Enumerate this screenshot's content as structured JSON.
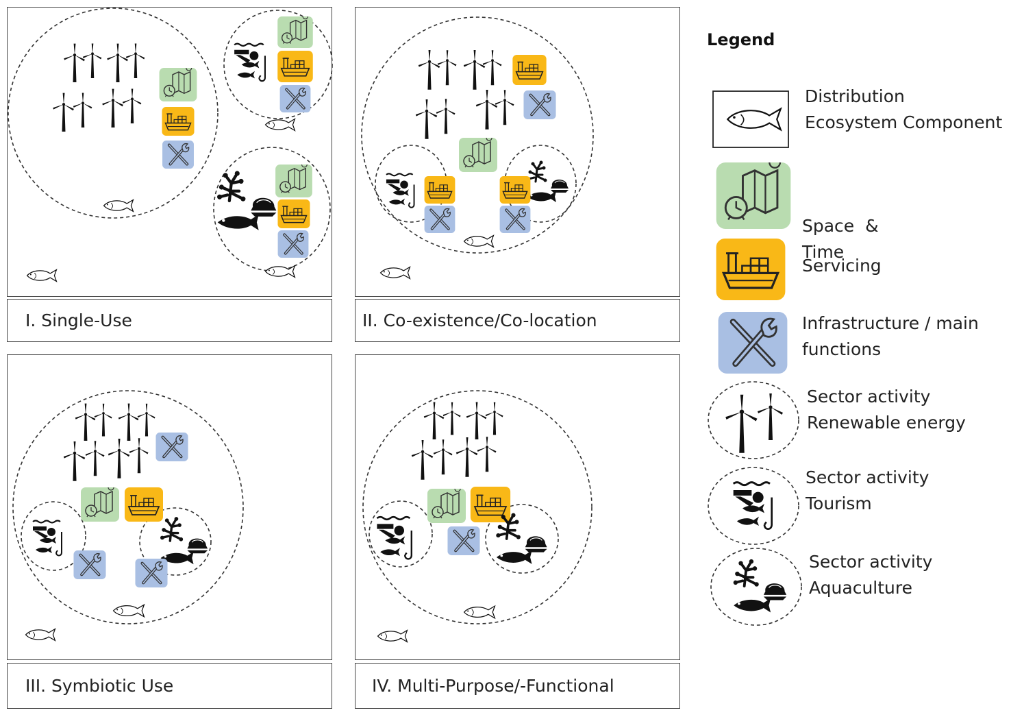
{
  "panels": [
    {
      "caption": "I. Single-Use"
    },
    {
      "caption": "II. Co-existence/Co-location"
    },
    {
      "caption": "III. Symbiotic Use"
    },
    {
      "caption": "IV. Multi-Purpose/-Functional"
    }
  ],
  "legend": {
    "title": "Legend",
    "items": [
      {
        "icon": "fish-outline-icon",
        "line1": "Distribution",
        "line2": "Ecosystem Component"
      },
      {
        "icon": "space-time-icon",
        "line1": "Space  &",
        "line2": "Time",
        "color": "#b9dcb0"
      },
      {
        "icon": "servicing-ship-icon",
        "line1": "Servicing",
        "line2": "",
        "color": "#f9b817"
      },
      {
        "icon": "infrastructure-tools-icon",
        "line1": "Infrastructure / main",
        "line2": "functions",
        "color": "#a9bfe3"
      },
      {
        "icon": "wind-turbine-icon",
        "line1": "Sector activity",
        "line2": "Renewable energy"
      },
      {
        "icon": "tourism-icon",
        "line1": "Sector activity",
        "line2": "Tourism"
      },
      {
        "icon": "aquaculture-icon",
        "line1": "Sector activity",
        "line2": "Aquaculture"
      }
    ]
  },
  "colors": {
    "space_time": "#b9dcb0",
    "servicing": "#f9b817",
    "infrastructure": "#a9bfe3",
    "border": "#444444"
  }
}
